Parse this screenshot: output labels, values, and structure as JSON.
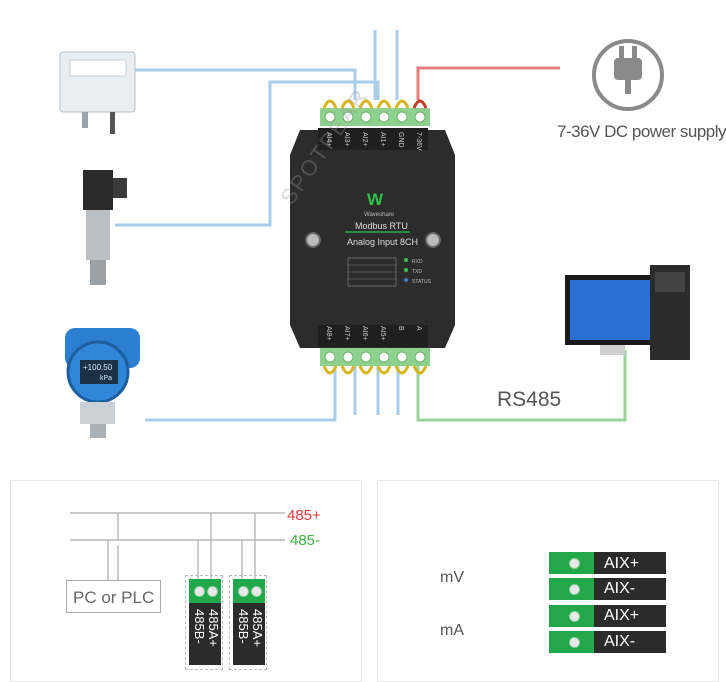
{
  "power": {
    "label": "7-36V DC power supply"
  },
  "comm": {
    "label": "RS485"
  },
  "watermark": "SPOTPEAR",
  "module": {
    "brand": "Waveshare",
    "line1": "Modbus RTU",
    "line2": "Analog Input 8CH",
    "top_pins": [
      "AI4+",
      "AI3+",
      "AI2+",
      "AI1+",
      "GND",
      "7-36V"
    ],
    "bottom_pins": [
      "AI8+",
      "AI7+",
      "AI6+",
      "AI5+",
      "B",
      "A"
    ],
    "leds": [
      "RXD",
      "TXD",
      "STATUS"
    ]
  },
  "sensor": {
    "display_value": "+100.50",
    "display_unit": "kPa"
  },
  "bus": {
    "plus_label": "485+",
    "minus_label": "485-",
    "master_label": "PC or PLC",
    "terminal_labels": [
      "485A+",
      "485B-"
    ]
  },
  "wiring": {
    "mv_label": "mV",
    "ma_label": "mA",
    "terminals": [
      "AIX+",
      "AIX-",
      "AIX+",
      "AIX-"
    ]
  },
  "colors": {
    "power_wire": "#e87d7d",
    "signal_wire": "#a9cde9",
    "rs485_wire": "#9ad39a",
    "terminal_green": "#22a84a"
  }
}
